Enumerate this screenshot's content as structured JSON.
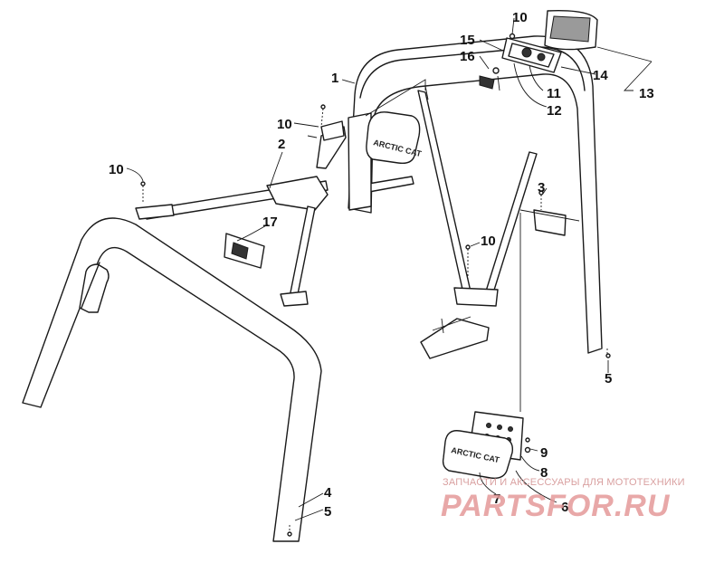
{
  "diagram": {
    "callouts": [
      {
        "id": "1",
        "label": "1"
      },
      {
        "id": "2",
        "label": "2"
      },
      {
        "id": "3",
        "label": "3"
      },
      {
        "id": "4",
        "label": "4"
      },
      {
        "id": "5a",
        "label": "5"
      },
      {
        "id": "5b",
        "label": "5"
      },
      {
        "id": "6",
        "label": "6"
      },
      {
        "id": "7",
        "label": "7"
      },
      {
        "id": "8",
        "label": "8"
      },
      {
        "id": "9",
        "label": "9"
      },
      {
        "id": "10a",
        "label": "10"
      },
      {
        "id": "10b",
        "label": "10"
      },
      {
        "id": "10c",
        "label": "10"
      },
      {
        "id": "10d",
        "label": "10"
      },
      {
        "id": "11",
        "label": "11"
      },
      {
        "id": "12",
        "label": "12"
      },
      {
        "id": "13",
        "label": "13"
      },
      {
        "id": "14",
        "label": "14"
      },
      {
        "id": "15",
        "label": "15"
      },
      {
        "id": "16",
        "label": "16"
      },
      {
        "id": "17",
        "label": "17"
      }
    ],
    "part_logo_text": "ARCTIC CAT"
  },
  "watermark": {
    "text": "ЗАПЧАСТИ И АКСЕССУАРЫ ДЛЯ МОТОТЕХНИКИ",
    "logo": "PARTSFOR.RU",
    "color": "#e59a9a"
  }
}
